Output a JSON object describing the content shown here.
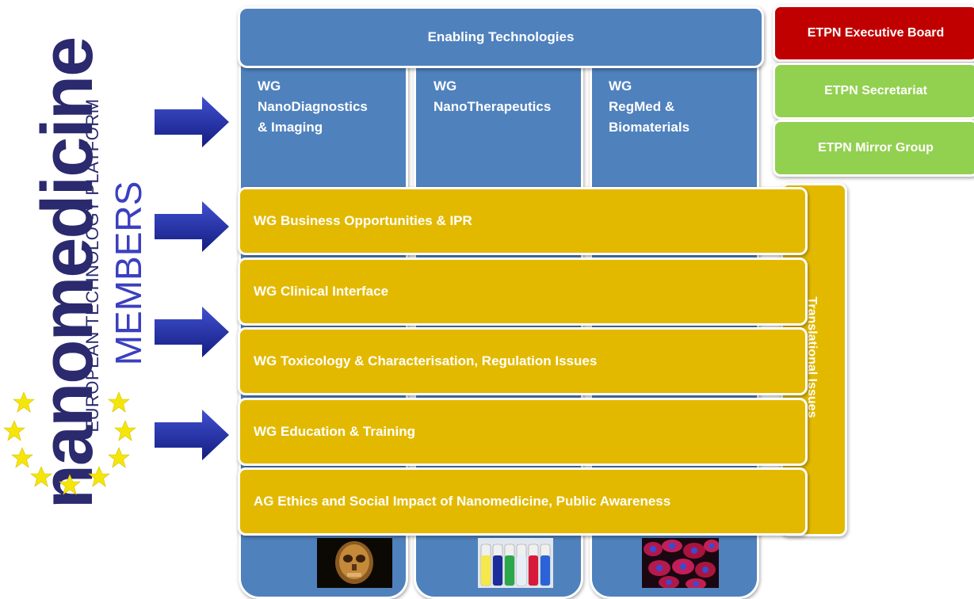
{
  "logo": {
    "word": "nanomedicine",
    "subtitle": "EUROPEAN TECHNOLOGY PLATFORM",
    "members": "MEMBERS"
  },
  "header": {
    "enabling": "Enabling Technologies"
  },
  "columns": [
    {
      "lines": [
        "WG",
        "NanoDiagnostics",
        "& Imaging"
      ]
    },
    {
      "lines": [
        "WG",
        "NanoTherapeutics"
      ]
    },
    {
      "lines": [
        "WG",
        "RegMed &",
        "Biomaterials"
      ]
    }
  ],
  "bars": [
    "WG Business Opportunities  & IPR",
    "WG Clinical Interface",
    "WG  Toxicology & Characterisation, Regulation Issues",
    "WG Education & Training",
    "AG Ethics and Social Impact of Nanomedicine, Public Awareness"
  ],
  "translational": "Translational Issues",
  "right_boxes": [
    {
      "label": "ETPN Executive Board",
      "color": "#c00000"
    },
    {
      "label": "ETPN Secretariat",
      "color": "#92d050"
    },
    {
      "label": "ETPN Mirror Group",
      "color": "#92d050"
    }
  ],
  "colors": {
    "blue": "#4f81bd",
    "gold": "#e3b900",
    "arrow": "#1f2fa0",
    "logo_dark": "#2b2a6e",
    "logo_blue": "#3b3fbf",
    "star": "#f5e60a"
  },
  "images": [
    "skull-icon",
    "test-tubes-icon",
    "cells-icon"
  ]
}
